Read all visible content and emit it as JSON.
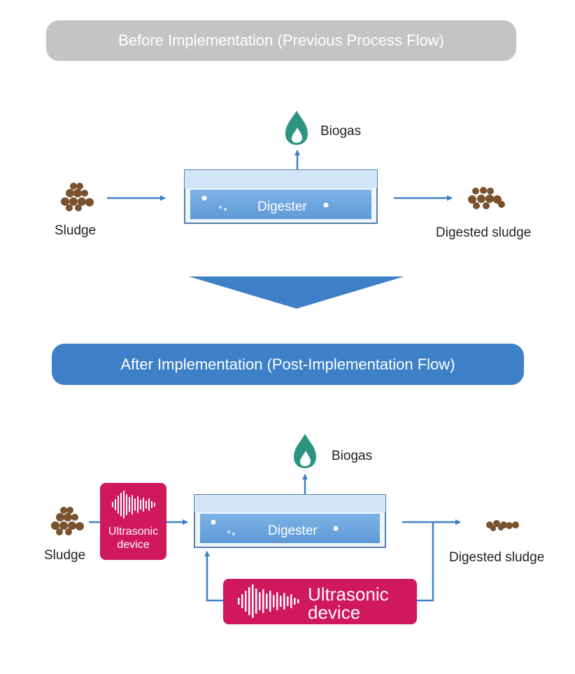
{
  "before": {
    "header": "Before Implementation (Previous Process Flow)",
    "sludge_label": "Sludge",
    "digester_label": "Digester",
    "biogas_label": "Biogas",
    "digested_label": "Digested sludge"
  },
  "after": {
    "header": "After Implementation (Post-Implementation Flow)",
    "sludge_label": "Sludge",
    "digester_label": "Digester",
    "biogas_label": "Biogas",
    "digested_label": "Digested sludge",
    "ultrasonic_small": "Ultrasonic device",
    "ultrasonic_big_line1": "Ultrasonic",
    "ultrasonic_big_line2": "device"
  },
  "colors": {
    "arrow": "#3d80c8",
    "ultrasonic": "#d0185c",
    "biogas": "#2e9482",
    "sludge": "#7a5230",
    "tank": "#6aa4dc"
  }
}
